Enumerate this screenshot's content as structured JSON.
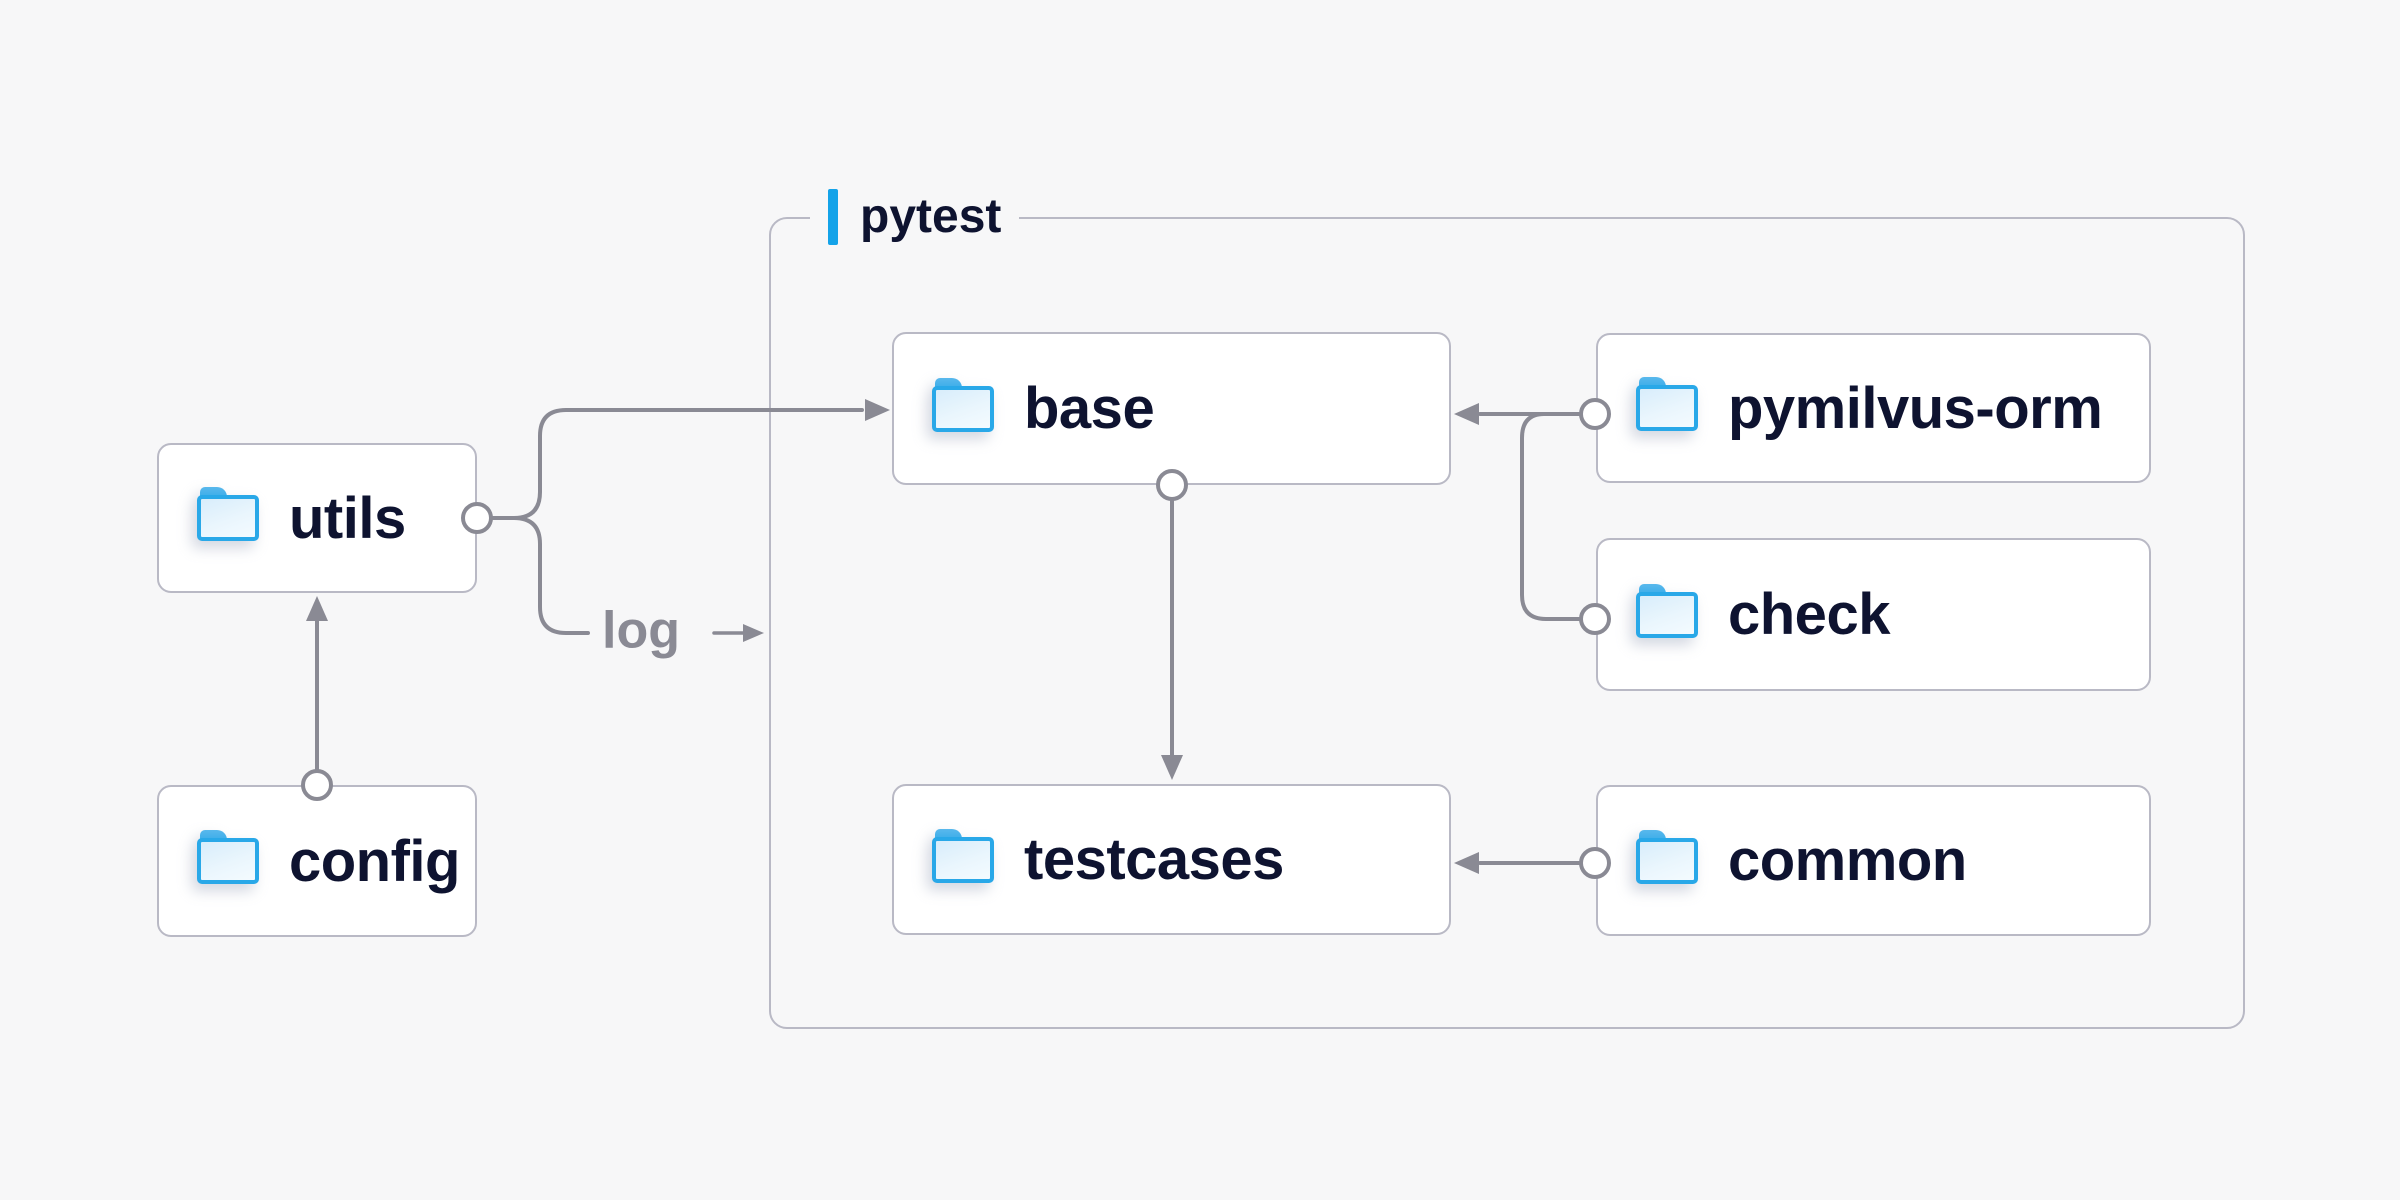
{
  "diagram": {
    "type": "folder-dependency-diagram",
    "group": {
      "label": "pytest",
      "accent_color": "#14a3e9",
      "contains": [
        "base",
        "testcases",
        "pymilvus-orm",
        "check",
        "common"
      ]
    },
    "nodes": [
      {
        "id": "utils",
        "label": "utils",
        "icon": "folder-icon"
      },
      {
        "id": "config",
        "label": "config",
        "icon": "folder-icon"
      },
      {
        "id": "base",
        "label": "base",
        "icon": "folder-icon"
      },
      {
        "id": "testcases",
        "label": "testcases",
        "icon": "folder-icon"
      },
      {
        "id": "pymilvus-orm",
        "label": "pymilvus-orm",
        "icon": "folder-icon"
      },
      {
        "id": "check",
        "label": "check",
        "icon": "folder-icon"
      },
      {
        "id": "common",
        "label": "common",
        "icon": "folder-icon"
      }
    ],
    "edges": [
      {
        "from": "config",
        "to": "utils",
        "style": "circle-start-arrow-end"
      },
      {
        "from": "utils",
        "to": "base",
        "style": "circle-start-arrow-end"
      },
      {
        "from": "utils",
        "to": "pytest-container",
        "style": "circle-start-arrow-end",
        "label": "log"
      },
      {
        "from": "pymilvus-orm",
        "to": "base",
        "style": "circle-start-arrow-end"
      },
      {
        "from": "check",
        "to": "base",
        "style": "circle-start-arrow-end"
      },
      {
        "from": "base",
        "to": "testcases",
        "style": "circle-start-arrow-end"
      },
      {
        "from": "common",
        "to": "testcases",
        "style": "circle-start-arrow-end"
      }
    ],
    "edge_label": "log",
    "colors": {
      "background": "#f7f7f8",
      "node_fill": "#ffffff",
      "node_border": "#b9b9c5",
      "node_text": "#0e1330",
      "connector": "#8a8a94",
      "accent_blue": "#14a3e9",
      "folder_outline": "#29a8e8",
      "folder_fill_top": "#d8edfb",
      "folder_fill_bottom": "#f4fbff"
    }
  }
}
